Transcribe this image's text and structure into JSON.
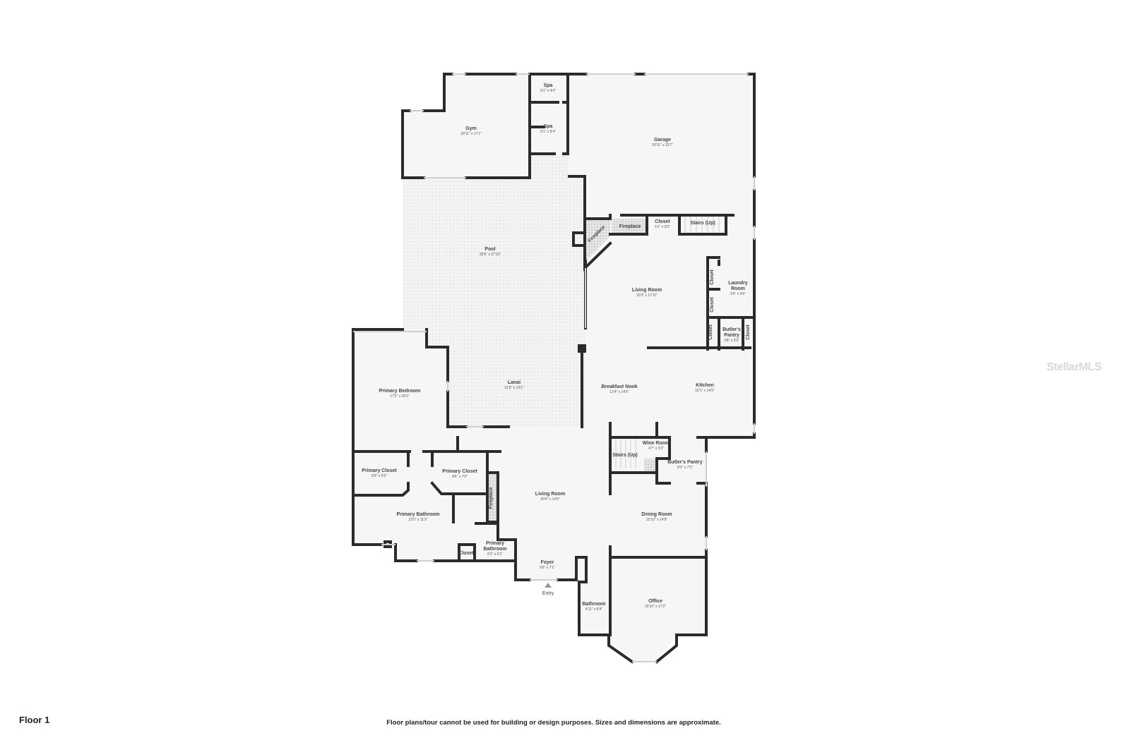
{
  "floor_label": "Floor 1",
  "disclaimer": "Floor plans/tour cannot be used for building or design purposes. Sizes and dimensions are approximate.",
  "watermark": "StellarMLS",
  "colors": {
    "wall": "#2b2b2b",
    "floor": "#f5f5f5",
    "pattern": "#e4e4e4"
  },
  "rooms": [
    {
      "name": "Spa",
      "dim": "6'1\" x 4'4\""
    },
    {
      "name": "Spa",
      "dim": "6'1\" x 8'4\""
    },
    {
      "name": "Gym",
      "dim": "20'11\" x 17'1\""
    },
    {
      "name": "Garage",
      "dim": "30'11\" x 23'7\""
    },
    {
      "name": "Pool",
      "dim": "30'6\" x 27'10\""
    },
    {
      "name": "Fireplace",
      "dim": ""
    },
    {
      "name": "Fireplace",
      "dim": ""
    },
    {
      "name": "Closet",
      "dim": "5'1\" x 3'5\""
    },
    {
      "name": "Stairs (Up)",
      "dim": ""
    },
    {
      "name": "Living Room",
      "dim": "20'3\" x 17'11\""
    },
    {
      "name": "Closet",
      "dim": ""
    },
    {
      "name": "Laundry Room",
      "dim": "5'6\" x 9'6\""
    },
    {
      "name": "Closet",
      "dim": ""
    },
    {
      "name": "Closet",
      "dim": ""
    },
    {
      "name": "Butler's Pantry",
      "dim": "3'8\" x 5'0\""
    },
    {
      "name": "Closet",
      "dim": ""
    },
    {
      "name": "Primary Bedroom",
      "dim": "17'2\" x 20'2\""
    },
    {
      "name": "Lanai",
      "dim": "21'9\" x 13'1\""
    },
    {
      "name": "Breakfast Nook",
      "dim": "12'4\" x 14'5\""
    },
    {
      "name": "Kitchen",
      "dim": "16'1\" x 14'9\""
    },
    {
      "name": "Wine Room",
      "dim": "4'7\" x 3'3\""
    },
    {
      "name": "Stairs (Up)",
      "dim": ""
    },
    {
      "name": "Butler's Pantry",
      "dim": "8'2\" x 7'3\""
    },
    {
      "name": "Primary Closet",
      "dim": "8'9\" x 6'9\""
    },
    {
      "name": "Primary Closet",
      "dim": "8'6\" x 7'0\""
    },
    {
      "name": "Fireplace",
      "dim": ""
    },
    {
      "name": "Living Room",
      "dim": "20'4\" x 14'9\""
    },
    {
      "name": "Dining Room",
      "dim": "15'10\" x 14'9\""
    },
    {
      "name": "Primary Bathroom",
      "dim": "22'0\" x 11'3\""
    },
    {
      "name": "Primary Bathroom",
      "dim": "6'2\" x 6'1\""
    },
    {
      "name": "Closet",
      "dim": ""
    },
    {
      "name": "Foyer",
      "dim": "9'9\" x 7'1\""
    },
    {
      "name": "Bathroom",
      "dim": "4'11\" x 8'4\""
    },
    {
      "name": "Office",
      "dim": "15'10\" x 17'2\""
    }
  ],
  "entry_label": "Entry"
}
